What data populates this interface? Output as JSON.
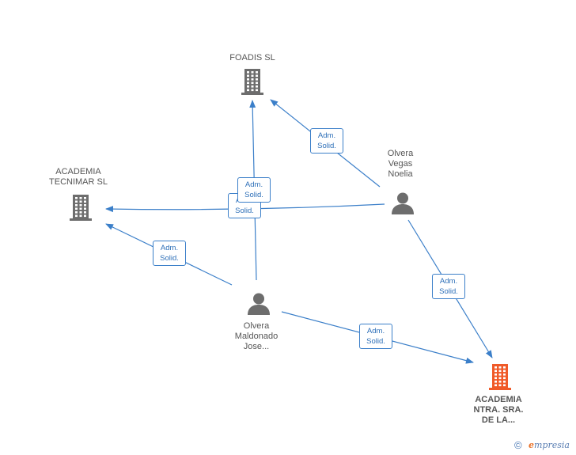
{
  "nodes": {
    "foadis": {
      "label": "FOADIS SL",
      "kind": "company"
    },
    "tecnimar": {
      "label": "ACADEMIA\nTECNIMAR SL",
      "kind": "company"
    },
    "nuestra": {
      "label": "ACADEMIA\nNTRA.  SRA.\nDE LA...",
      "kind": "company-main"
    },
    "noelia": {
      "label": "Olvera\nVegas\nNoelia",
      "kind": "person"
    },
    "jose": {
      "label": "Olvera\nMaldonado\nJose...",
      "kind": "person"
    }
  },
  "edges": [
    {
      "from": "noelia",
      "to": "foadis",
      "line1": "Adm.",
      "line2": "Solid."
    },
    {
      "from": "noelia",
      "to": "tecnimar",
      "line1": "Adm.",
      "line2": "Solid."
    },
    {
      "from": "jose",
      "to": "foadis",
      "line1": "Adm.",
      "line2": "Solid."
    },
    {
      "from": "jose",
      "to": "tecnimar",
      "line1": "Adm.",
      "line2": "Solid."
    },
    {
      "from": "noelia",
      "to": "nuestra",
      "line1": "Adm.",
      "line2": "Solid."
    },
    {
      "from": "jose",
      "to": "nuestra",
      "line1": "Adm.",
      "line2": "Solid."
    }
  ],
  "colors": {
    "edge": "#3b7fc9",
    "company": "#6d6d6d",
    "company_main": "#f05a28",
    "person": "#6d6d6d"
  },
  "icons": {
    "company": "building-icon",
    "person": "person-icon",
    "footer": "copyright-icon"
  },
  "footer": {
    "copyright": "©",
    "brand_e": "e",
    "brand_rest": "mpresia"
  }
}
